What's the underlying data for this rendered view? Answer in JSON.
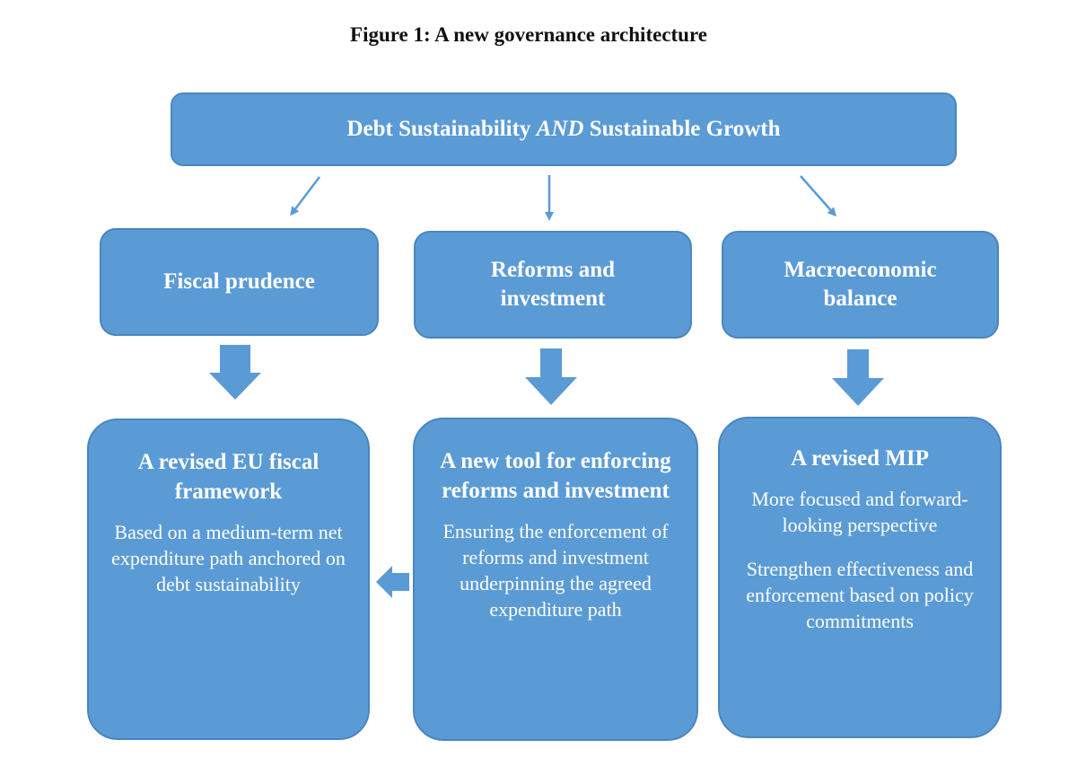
{
  "figure": {
    "title": "Figure 1: A new governance architecture"
  },
  "top_box": {
    "prefix": "Debt Sustainability ",
    "emphasis": "AND",
    "suffix": " Sustainable Growth"
  },
  "pillars": [
    {
      "label": "Fiscal prudence"
    },
    {
      "label_line1": "Reforms and",
      "label_line2": "investment"
    },
    {
      "label_line1": "Macroeconomic",
      "label_line2": "balance"
    }
  ],
  "outcomes": [
    {
      "title": "A revised EU fiscal framework",
      "description": "Based on a medium-term net expenditure path anchored on debt sustainability"
    },
    {
      "title": "A new tool for enforcing reforms and investment",
      "description": "Ensuring the enforcement of reforms and investment underpinning the agreed expenditure path"
    },
    {
      "title": "A revised MIP",
      "description": "More focused and forward-looking perspective",
      "description_2": "Strengthen effectiveness and enforcement based on policy commitments"
    }
  ],
  "colors": {
    "box_fill": "#5b9bd5",
    "box_border": "#4a86bf",
    "text_on_box": "#ffffff",
    "title_text": "#111111"
  }
}
